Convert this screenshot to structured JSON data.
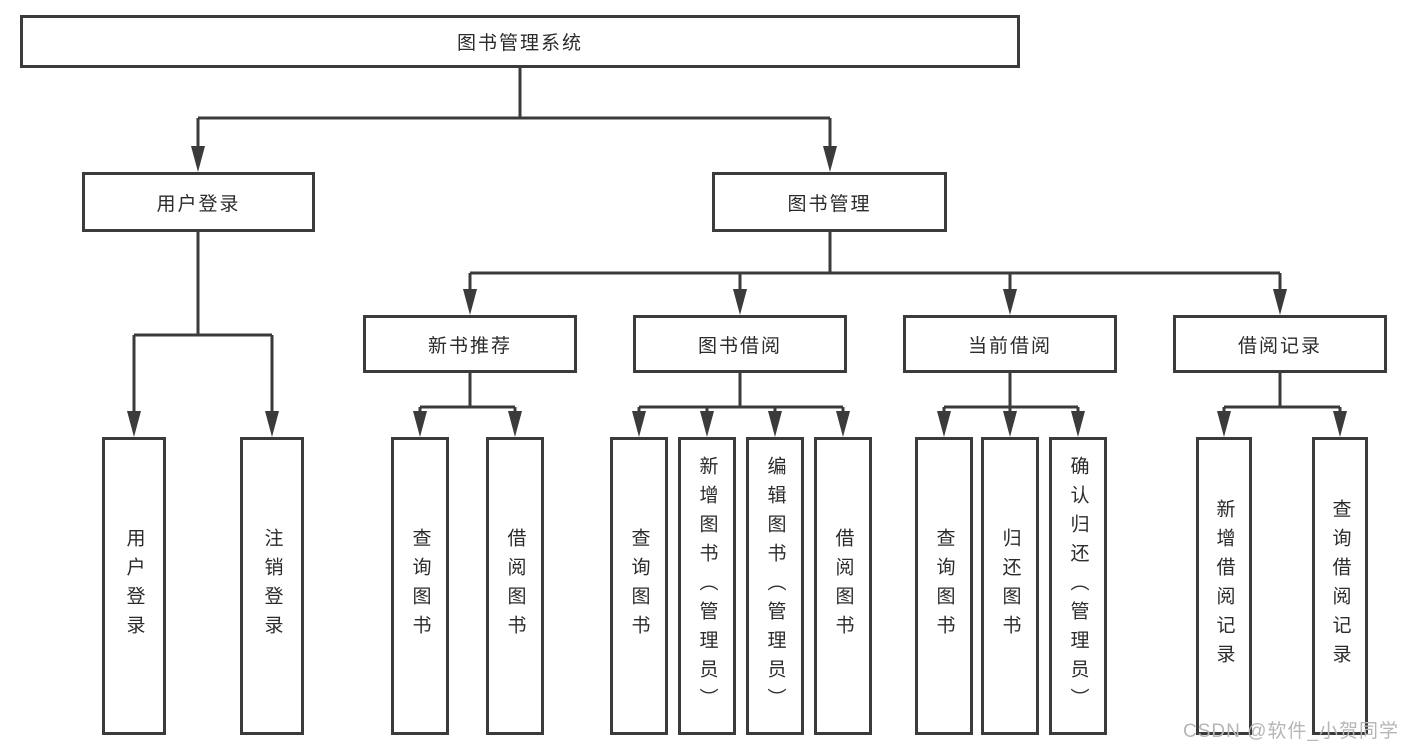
{
  "diagram": {
    "title_node": "图书管理系统",
    "nodes": {
      "root": {
        "label": "图书管理系统"
      },
      "level2": [
        {
          "label": "用户登录"
        },
        {
          "label": "图书管理"
        }
      ],
      "level3": [
        {
          "label": "新书推荐",
          "parent": "图书管理"
        },
        {
          "label": "图书借阅",
          "parent": "图书管理"
        },
        {
          "label": "当前借阅",
          "parent": "图书管理"
        },
        {
          "label": "借阅记录",
          "parent": "图书管理"
        }
      ],
      "leaves": [
        {
          "label": "用户登录",
          "parent": "用户登录"
        },
        {
          "label": "注销登录",
          "parent": "用户登录"
        },
        {
          "label": "查询图书",
          "parent": "新书推荐"
        },
        {
          "label": "借阅图书",
          "parent": "新书推荐"
        },
        {
          "label": "查询图书",
          "parent": "图书借阅"
        },
        {
          "label": "新增图书（管理员）",
          "parent": "图书借阅"
        },
        {
          "label": "编辑图书（管理员）",
          "parent": "图书借阅"
        },
        {
          "label": "借阅图书",
          "parent": "图书借阅"
        },
        {
          "label": "查询图书",
          "parent": "当前借阅"
        },
        {
          "label": "归还图书",
          "parent": "当前借阅"
        },
        {
          "label": "确认归还（管理员）",
          "parent": "当前借阅"
        },
        {
          "label": "新增借阅记录",
          "parent": "借阅记录"
        },
        {
          "label": "查询借阅记录",
          "parent": "借阅记录"
        }
      ]
    },
    "colors": {
      "line": "#3b3b3b",
      "text": "#2b2b2b",
      "box_background": "#ffffff",
      "watermark": "#b6b6b6"
    }
  },
  "watermark": {
    "text": "CSDN @软件_小贺同学"
  }
}
